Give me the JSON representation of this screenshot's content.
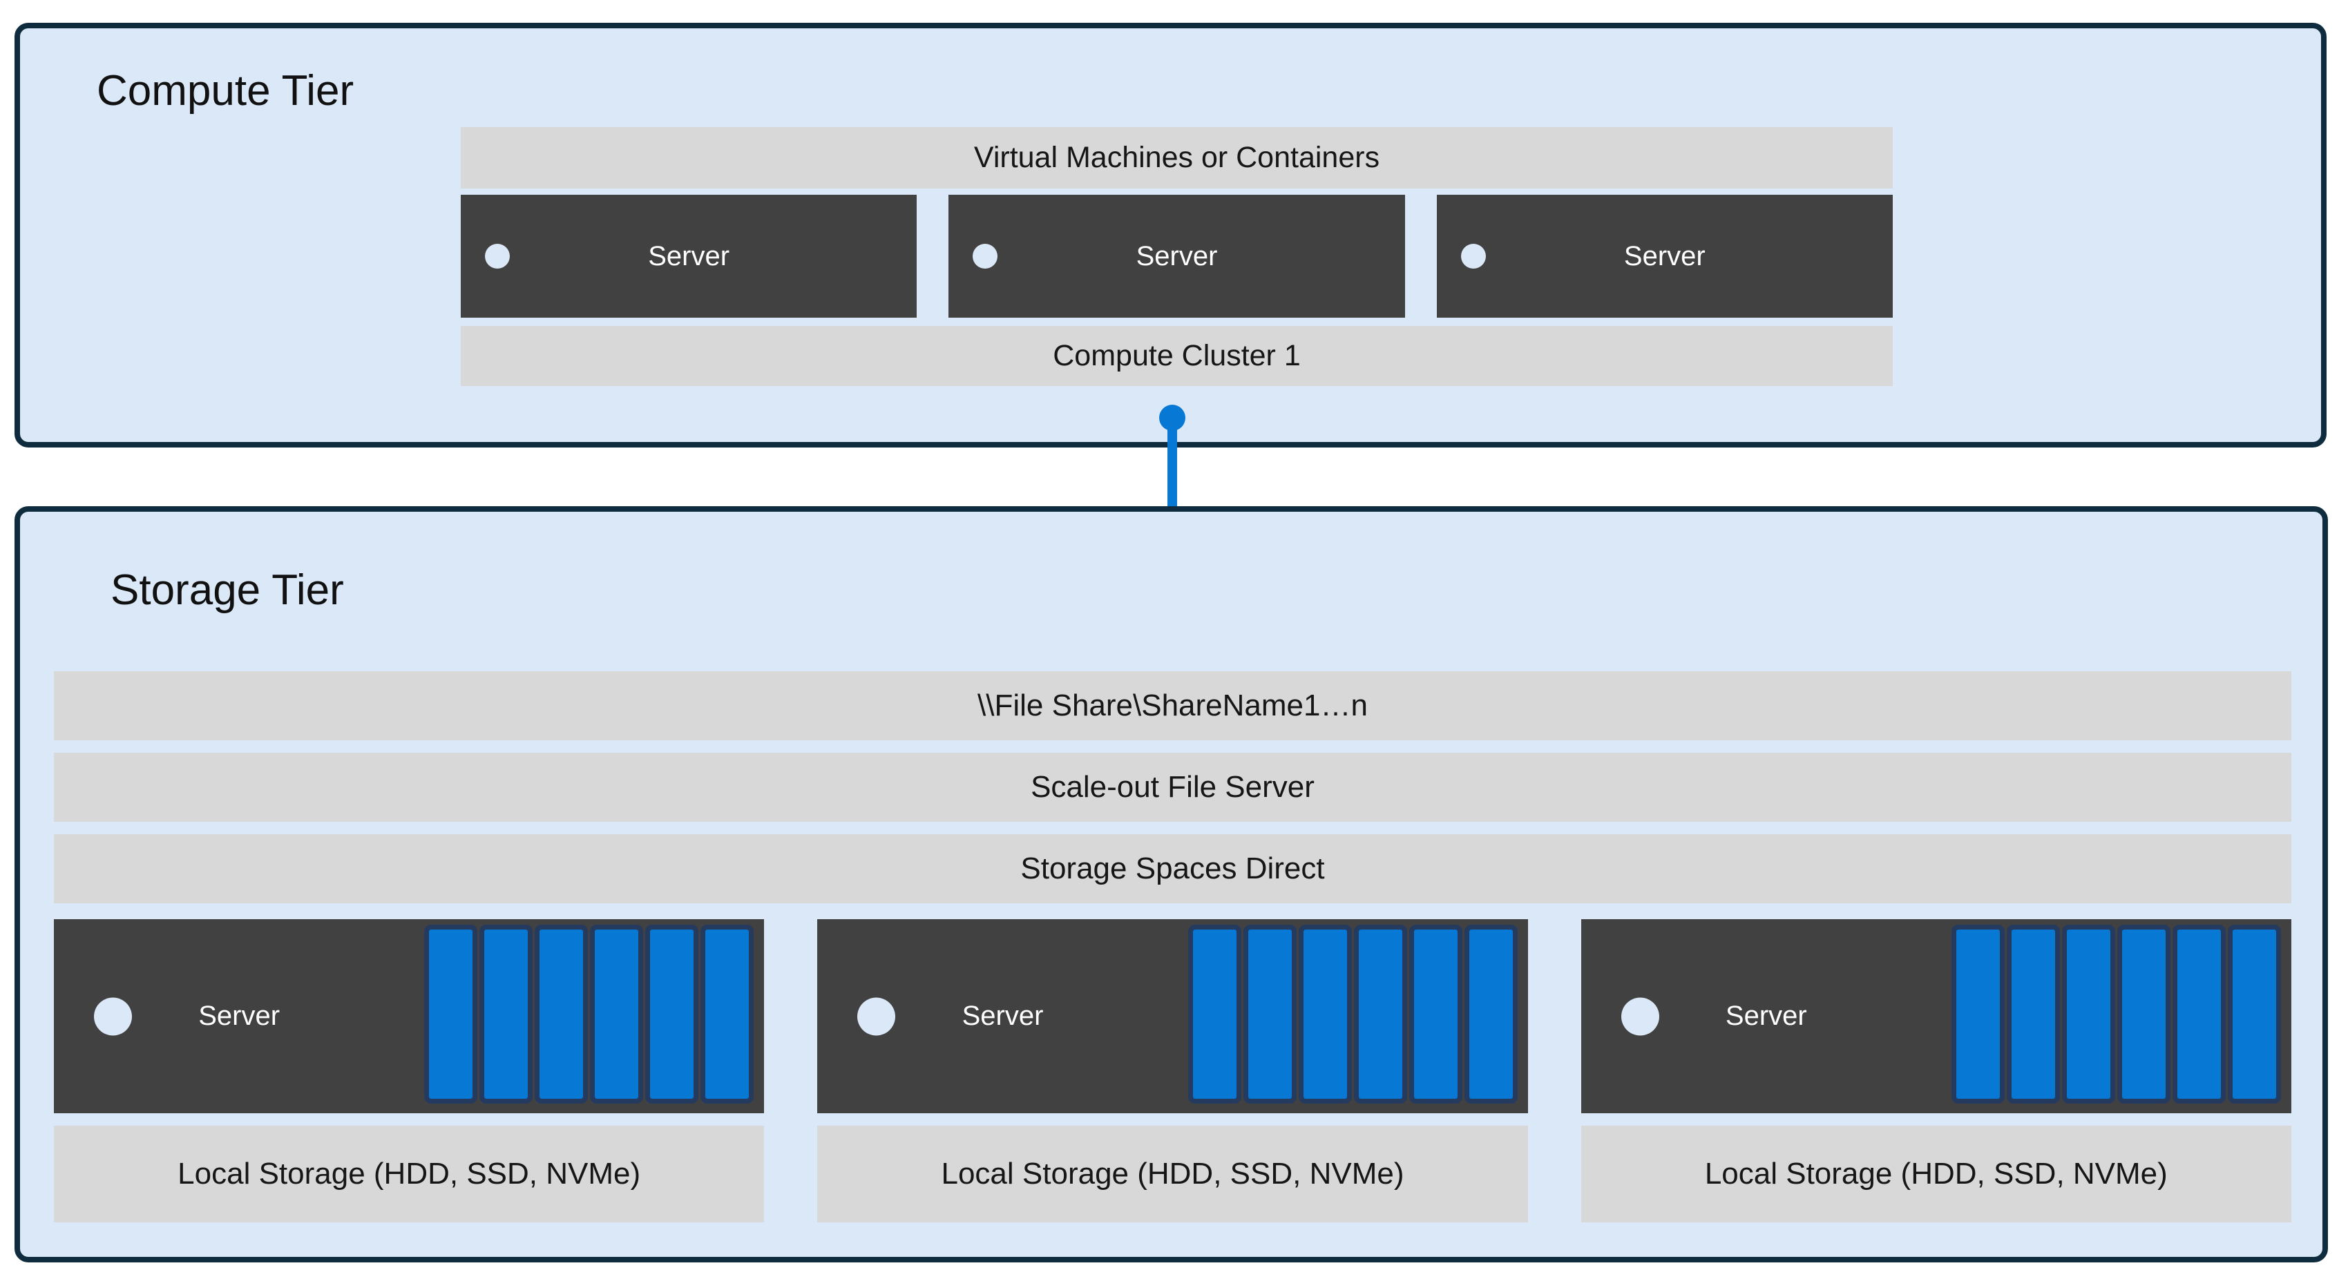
{
  "colors": {
    "tier_fill": "#dbe8f7",
    "tier_border": "#0f2c3e",
    "bar_fill": "#d8d8d8",
    "server_fill": "#414141",
    "accent_blue": "#0779d4",
    "disk_border": "#243a5e",
    "server_dot_fill": "#dbe8f7",
    "text_dark": "#161616",
    "text_light": "#ffffff"
  },
  "compute_tier": {
    "title": "Compute Tier",
    "vm_bar_label": "Virtual Machines or Containers",
    "servers": [
      {
        "label": "Server"
      },
      {
        "label": "Server"
      },
      {
        "label": "Server"
      }
    ],
    "cluster_bar_label": "Compute Cluster 1"
  },
  "connector": {
    "icon": "file-share-folder",
    "links": "Compute Cluster 1 to \\\\File Share\\ShareName1…n"
  },
  "storage_tier": {
    "title": "Storage Tier",
    "file_share_bar_label": "\\\\File Share\\ShareName1…n",
    "sofs_bar_label": "Scale-out File Server",
    "s2d_bar_label": "Storage Spaces Direct",
    "columns": [
      {
        "server_label": "Server",
        "disk_count": 6,
        "local_storage_label": "Local Storage (HDD, SSD, NVMe)"
      },
      {
        "server_label": "Server",
        "disk_count": 6,
        "local_storage_label": "Local Storage (HDD, SSD, NVMe)"
      },
      {
        "server_label": "Server",
        "disk_count": 6,
        "local_storage_label": "Local Storage (HDD, SSD, NVMe)"
      }
    ]
  }
}
